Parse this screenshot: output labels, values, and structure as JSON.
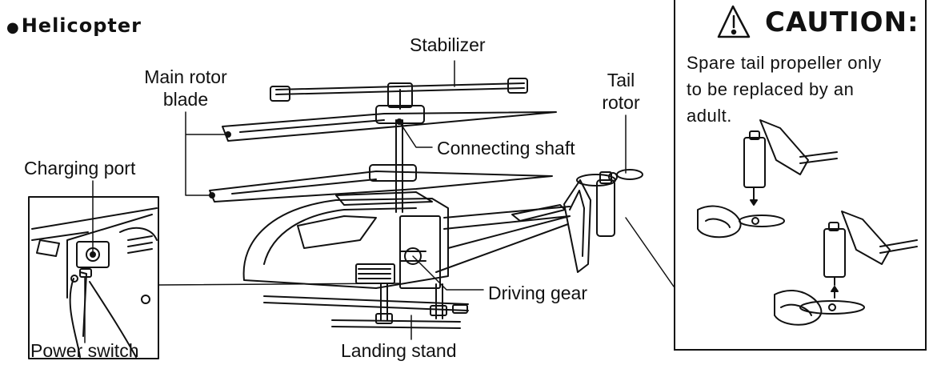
{
  "heading": {
    "bullet": "●",
    "title": "Helicopter"
  },
  "labels": {
    "stabilizer": "Stabilizer",
    "main_rotor_line1": "Main rotor",
    "main_rotor_line2": "blade",
    "tail_rotor_line1": "Tail",
    "tail_rotor_line2": "rotor",
    "connecting_shaft": "Connecting shaft",
    "charging_port": "Charging port",
    "driving_gear": "Driving gear",
    "power_switch": "Power switch",
    "landing_stand": "Landing stand"
  },
  "caution": {
    "title": "CAUTION:",
    "icon": "warning-triangle-icon",
    "lines": [
      "Spare tail propeller only",
      "to be replaced by an",
      "adult."
    ]
  },
  "colors": {
    "ink": "#111111",
    "background": "#ffffff"
  }
}
